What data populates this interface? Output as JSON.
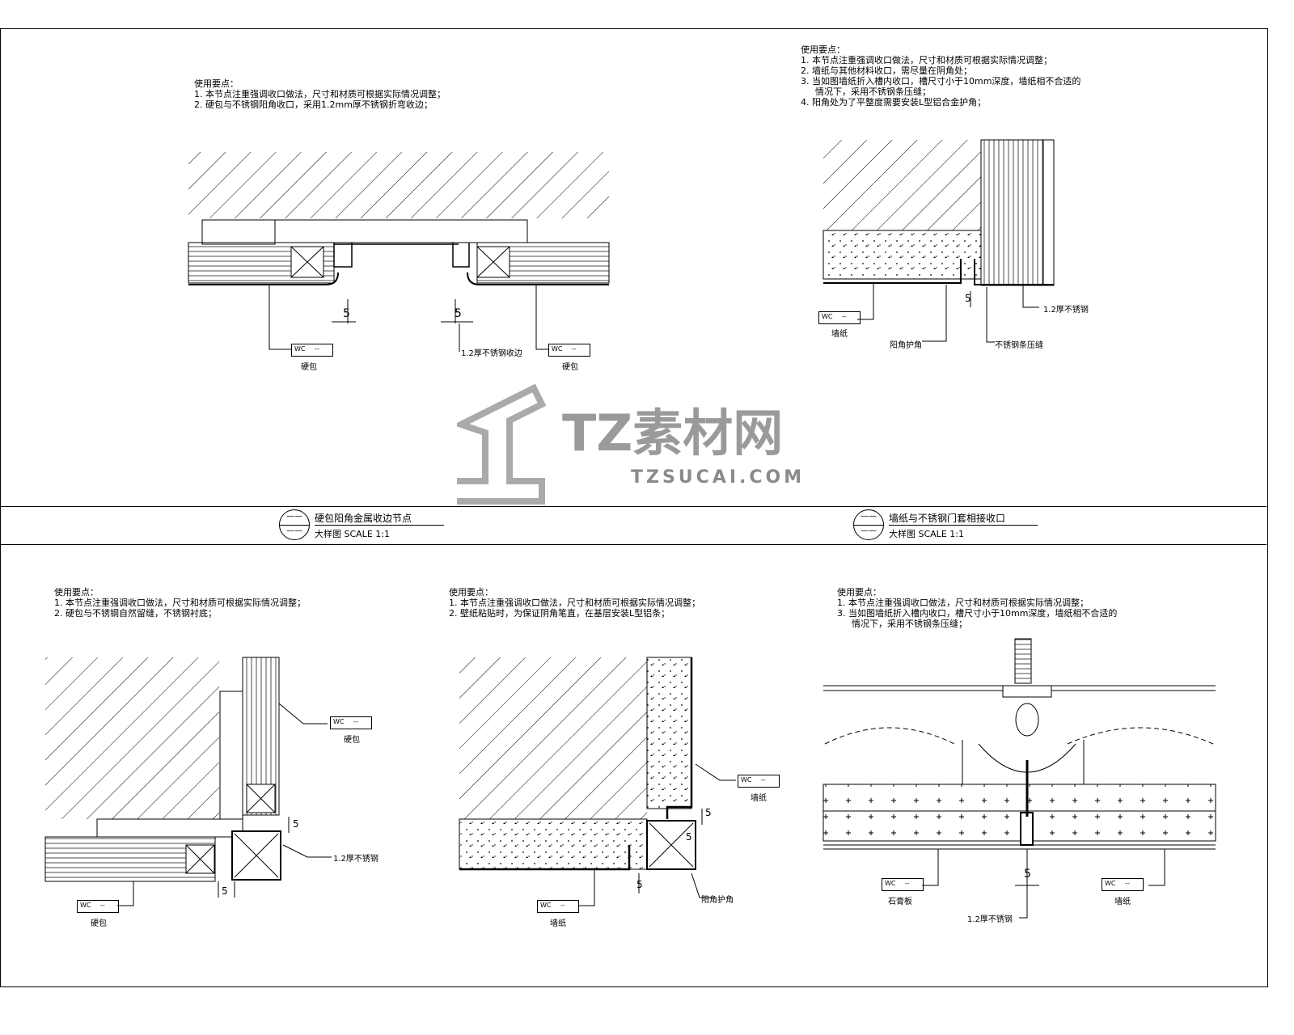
{
  "notes_heading": "使用要点：",
  "note_common": "1. 本节点注重强调收口做法，尺寸和材质可根据实际情况调整；",
  "detail1": {
    "note2": "2. 硬包与不锈钢阳角收口，采用1.2mm厚不锈钢折弯收边；",
    "labels": {
      "left": "硬包",
      "right": "硬包",
      "edge": "1.2厚不锈钢收边"
    },
    "dims": [
      "5",
      "5"
    ]
  },
  "detail2": {
    "note2": "2. 墙纸与其他材料收口，需尽量在阴角处；",
    "note3a": "3. 当如图墙纸折入槽内收口，槽尺寸小于10mm深度，墙纸相不合适的",
    "note3b": "情况下，采用不锈钢条压缝；",
    "note4": "4. 阳角处为了平整度需要安装L型铝合金护角；",
    "labels": {
      "wallpaper": "墙纸",
      "corner": "阳角护角",
      "strip": "不锈钢条压缝",
      "steel": "1.2厚不锈钢"
    },
    "dims": [
      "5"
    ]
  },
  "title1": {
    "num": "——",
    "name": "硬包阳角金属收边节点",
    "sub": "大样图   SCALE  1:1"
  },
  "title2": {
    "num": "——",
    "name": "墙纸与不锈钢门套相接收口",
    "sub": "大样图   SCALE  1:1"
  },
  "detail3": {
    "note2": "2. 硬包与不锈钢自然留缝，不锈钢衬底；",
    "labels": {
      "top": "硬包",
      "steel": "1.2厚不锈钢",
      "bottom": "硬包"
    },
    "dims": [
      "5",
      "5"
    ]
  },
  "detail4": {
    "note2": "2. 壁纸粘贴时，为保证阴角笔直，在基层安装L型铝条；",
    "labels": {
      "wallpaper": "墙纸",
      "corner": "阳角护角",
      "bottom": "墙纸"
    },
    "dims": [
      "5",
      "5",
      "5"
    ]
  },
  "detail5": {
    "note3a": "3. 当如图墙纸折入槽内收口，槽尺寸小于10mm深度，墙纸相不合适的",
    "note3b": "情况下，采用不锈钢条压缝；",
    "labels": {
      "left": "石膏板",
      "right": "墙纸",
      "steel": "1.2厚不锈钢"
    },
    "dims": [
      "5"
    ]
  },
  "tag": {
    "code": "WC",
    "dash": "--"
  },
  "watermark": {
    "name": "TZ素材网",
    "url": "TZSUCAI.COM"
  }
}
